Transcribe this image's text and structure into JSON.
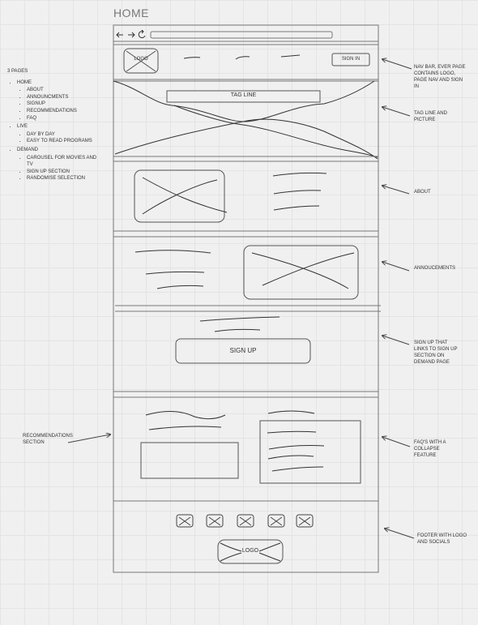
{
  "page_title": "HOME",
  "pages_list": {
    "heading": "3 PAGES",
    "items": [
      {
        "label": "HOME",
        "children": [
          "ABOUT",
          "ANNOUNCMENTS",
          "SIGNUP",
          "RECOMMENDATIONS",
          "FAQ"
        ]
      },
      {
        "label": "LIVE",
        "children": [
          "DAY BY DAY",
          "EASY TO READ PROGRAMS"
        ]
      },
      {
        "label": "DEMAND",
        "children": [
          "CAROUSEL FOR MOVIES AND TV",
          "SIGN UP SECTION",
          "RANDOMISE SELECTION"
        ]
      }
    ]
  },
  "wireframe": {
    "logo": "LOGO",
    "sign_in": "SIGN IN",
    "tag_line": "TAG LINE",
    "sign_up": "SIGN UP",
    "footer_logo": "LOGO"
  },
  "notes": {
    "nav_bar": "NAV BAR, EVER PAGE CONTAINS LOGO, PAGE NAV AND SIGN IN",
    "tag_line": "TAG LINE AND PICTURE",
    "about": "ABOUT",
    "announcements": "ANNOUCEMENTS",
    "sign_up": "SIGN UP THAT LINKS TO SIGN UP SECTION ON DEMAND PAGE",
    "recommendations": "RECOMMENDATIONS SECTION",
    "faq": "FAQ'S WITH A COLLAPSE FEATURE",
    "footer": "FOOTER WITH LOGO AND SOCIALS"
  }
}
